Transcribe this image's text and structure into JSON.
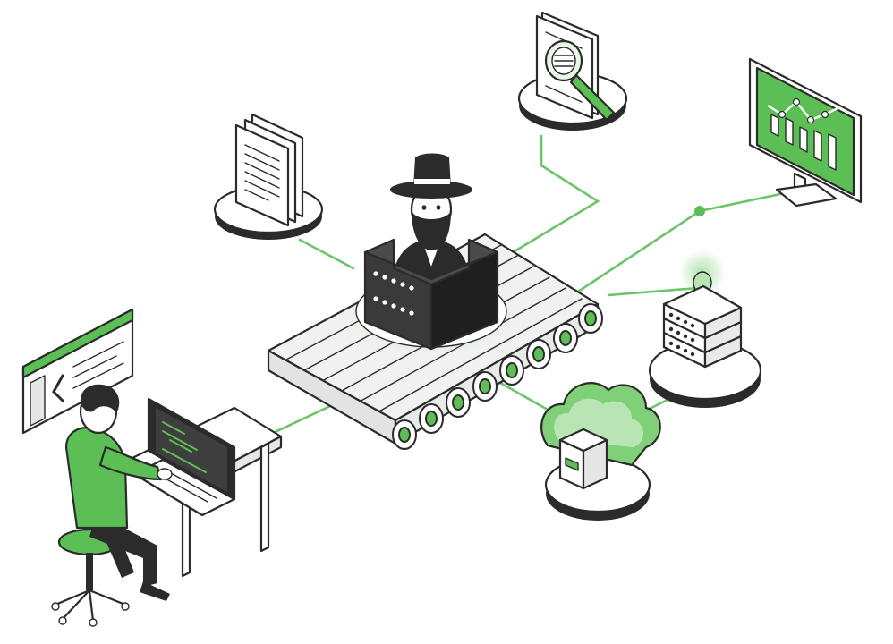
{
  "palette": {
    "accent": "#5cbf55",
    "accent_light": "#a9dea3",
    "accent_dark": "#2f8f2c",
    "ink": "#2b2b2b",
    "dark": "#3a3a3a",
    "paper": "#f7f7f7",
    "background": "#ffffff"
  },
  "nodes": [
    {
      "id": "developer",
      "icon": "person-at-laptop-icon"
    },
    {
      "id": "code-window",
      "icon": "code-editor-window-icon"
    },
    {
      "id": "documents",
      "icon": "document-stack-icon"
    },
    {
      "id": "search-report",
      "icon": "magnifier-document-icon"
    },
    {
      "id": "analytics-monitor",
      "icon": "bar-line-chart-monitor-icon"
    },
    {
      "id": "server-rack",
      "icon": "server-stack-icon"
    },
    {
      "id": "cloud-storage",
      "icon": "cloud-box-icon"
    },
    {
      "id": "central-hub",
      "icon": "bearded-man-in-hat-server-box-icon"
    },
    {
      "id": "conveyor",
      "icon": "conveyor-belt-icon"
    }
  ]
}
